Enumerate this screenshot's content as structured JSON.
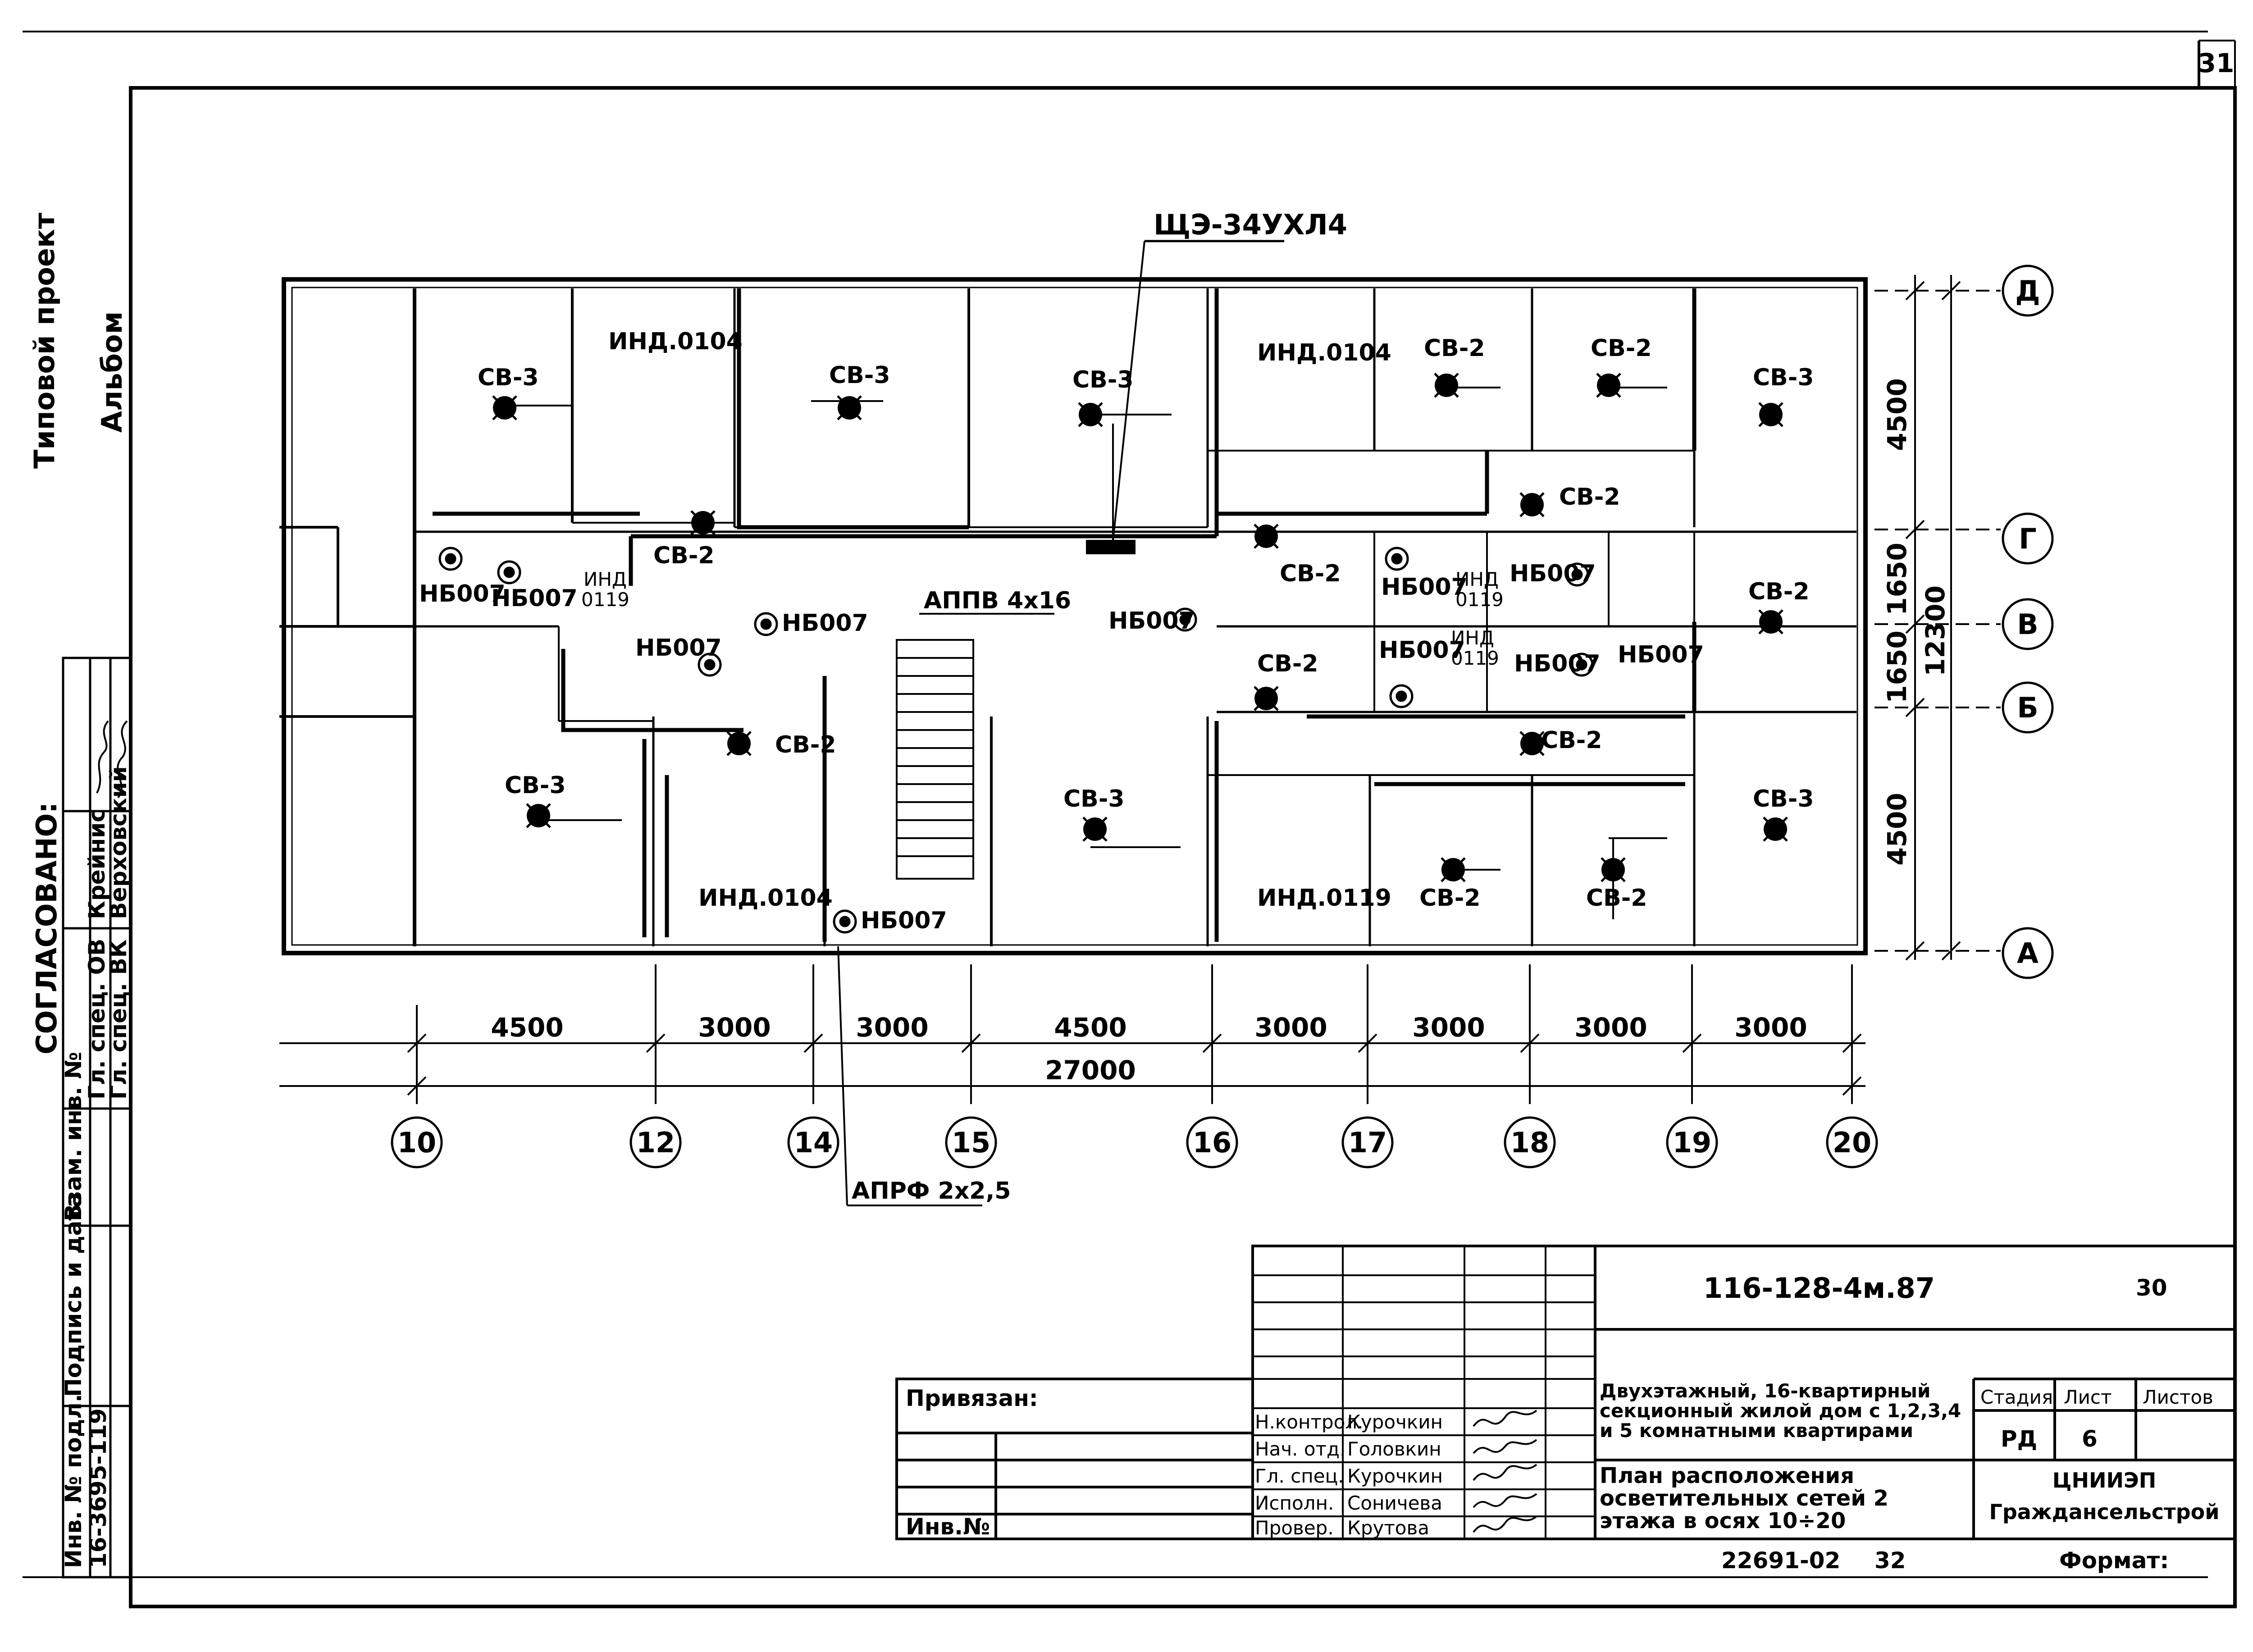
{
  "sheet_number": "31",
  "side_labels": {
    "project_type": "Типовой проект",
    "album": "Альбом"
  },
  "approval": {
    "title": "СОГЛАСОВАНО:",
    "rows": [
      {
        "role": "Гл. спец. ОВ",
        "name": "Крейнис"
      },
      {
        "role": "Гл. спец. ВК",
        "name": "Верховский"
      }
    ]
  },
  "left_strip": {
    "inv_podl_label": "Инв. № подл.",
    "inv_podl_value": "16-3695-119",
    "sign_date_label": "Подпись и дата",
    "vzam_inv_label": "Взам. инв. №"
  },
  "plan": {
    "panel_label": "ЩЭ-34УХЛ4",
    "cable_main": "АППВ 4x16",
    "cable_riser": "АПРФ 2x2,5",
    "row_axes": [
      "Д",
      "Г",
      "В",
      "Б",
      "А"
    ],
    "column_axes": [
      "10",
      "12",
      "14",
      "15",
      "16",
      "17",
      "18",
      "19",
      "20"
    ],
    "spans_x": [
      "4500",
      "3000",
      "3000",
      "4500",
      "3000",
      "3000",
      "3000",
      "3000"
    ],
    "total_x": "27000",
    "spans_y": [
      "4500",
      "1650",
      "1650",
      "4500"
    ],
    "total_y": "12300",
    "fixture_labels": {
      "sv3": "СВ-3",
      "sv2": "СВ-2",
      "nb007": "НБ007",
      "ind0104": "ИНД.0104",
      "ind0119": "ИНД.0119",
      "ind_short": "ИНД",
      "ind_num": "0119"
    }
  },
  "title_block": {
    "privyazan": "Привязан:",
    "inv_no": "Инв.№",
    "doc_code": "116-128-4м.87",
    "doc_sheet": "30",
    "project_desc": "Двухэтажный, 16-квартирный секционный жилой дом с 1,2,3,4 и 5 комнатными квартирами",
    "sheet_title": "План расположения осветительных сетей 2 этажа в осях 10÷20",
    "stage_header": "Стадия",
    "sheet_header": "Лист",
    "sheets_header": "Листов",
    "stage": "РД",
    "sheet": "6",
    "sheets": "",
    "org": "ЦНИИЭП Граждансельстрой",
    "archive_no": "22691-02",
    "archive_page": "32",
    "format_label": "Формат:",
    "staff": [
      {
        "role": "Н.контрол.",
        "name": "Курочкин"
      },
      {
        "role": "Нач. отд.",
        "name": "Головкин"
      },
      {
        "role": "Гл. спец.",
        "name": "Курочкин"
      },
      {
        "role": "Исполн.",
        "name": "Соничева"
      },
      {
        "role": "Провер.",
        "name": "Крутова"
      }
    ]
  }
}
